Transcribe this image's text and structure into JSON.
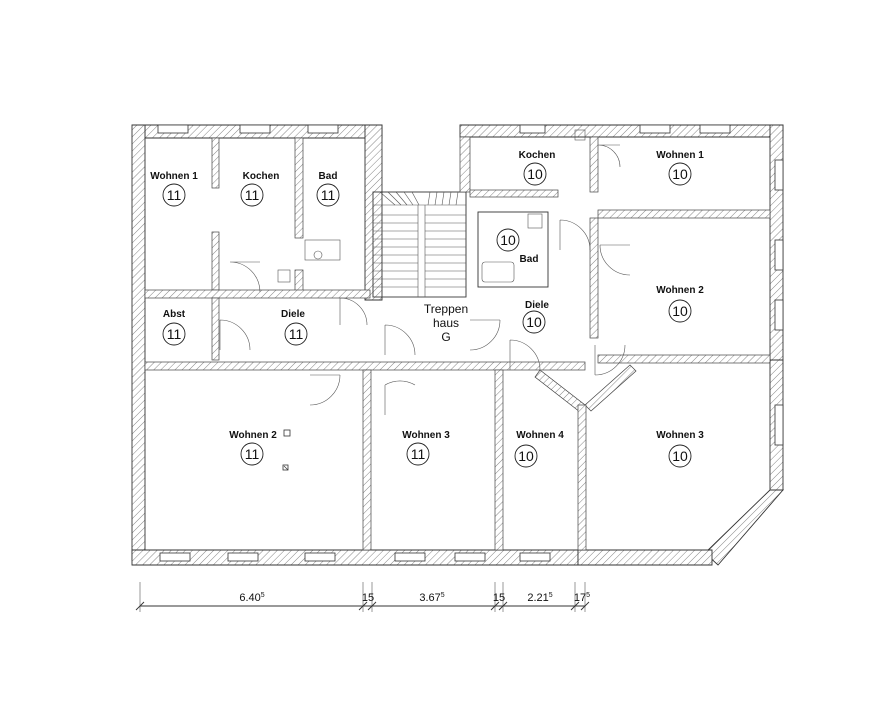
{
  "rooms": [
    {
      "id": "w1-l",
      "name": "Wohnen 1",
      "unit": "11"
    },
    {
      "id": "kochen-l",
      "name": "Kochen",
      "unit": "11"
    },
    {
      "id": "bad-l",
      "name": "Bad",
      "unit": "11"
    },
    {
      "id": "abst-l",
      "name": "Abst",
      "unit": "11"
    },
    {
      "id": "diele-l",
      "name": "Diele",
      "unit": "11"
    },
    {
      "id": "w2-l",
      "name": "Wohnen 2",
      "unit": "11"
    },
    {
      "id": "w3-l",
      "name": "Wohnen 3",
      "unit": "11"
    },
    {
      "id": "kochen-r",
      "name": "Kochen",
      "unit": "10"
    },
    {
      "id": "w1-r",
      "name": "Wohnen 1",
      "unit": "10"
    },
    {
      "id": "bad-r",
      "name": "Bad",
      "unit": "10"
    },
    {
      "id": "diele-r",
      "name": "Diele",
      "unit": "10"
    },
    {
      "id": "w2-r",
      "name": "Wohnen 2",
      "unit": "10"
    },
    {
      "id": "w4-r",
      "name": "Wohnen 4",
      "unit": "10"
    },
    {
      "id": "w3-r",
      "name": "Wohnen 3",
      "unit": "10"
    }
  ],
  "stairwell": {
    "line1": "Treppen",
    "line2": "haus",
    "line3": "G"
  },
  "dimensions": [
    {
      "id": "d1",
      "base": "6.40",
      "sup": "5"
    },
    {
      "id": "d2",
      "base": "15",
      "sup": ""
    },
    {
      "id": "d3",
      "base": "3.67",
      "sup": "5"
    },
    {
      "id": "d4",
      "base": "15",
      "sup": ""
    },
    {
      "id": "d5",
      "base": "2.21",
      "sup": "5"
    },
    {
      "id": "d6",
      "base": "17",
      "sup": "5"
    }
  ]
}
